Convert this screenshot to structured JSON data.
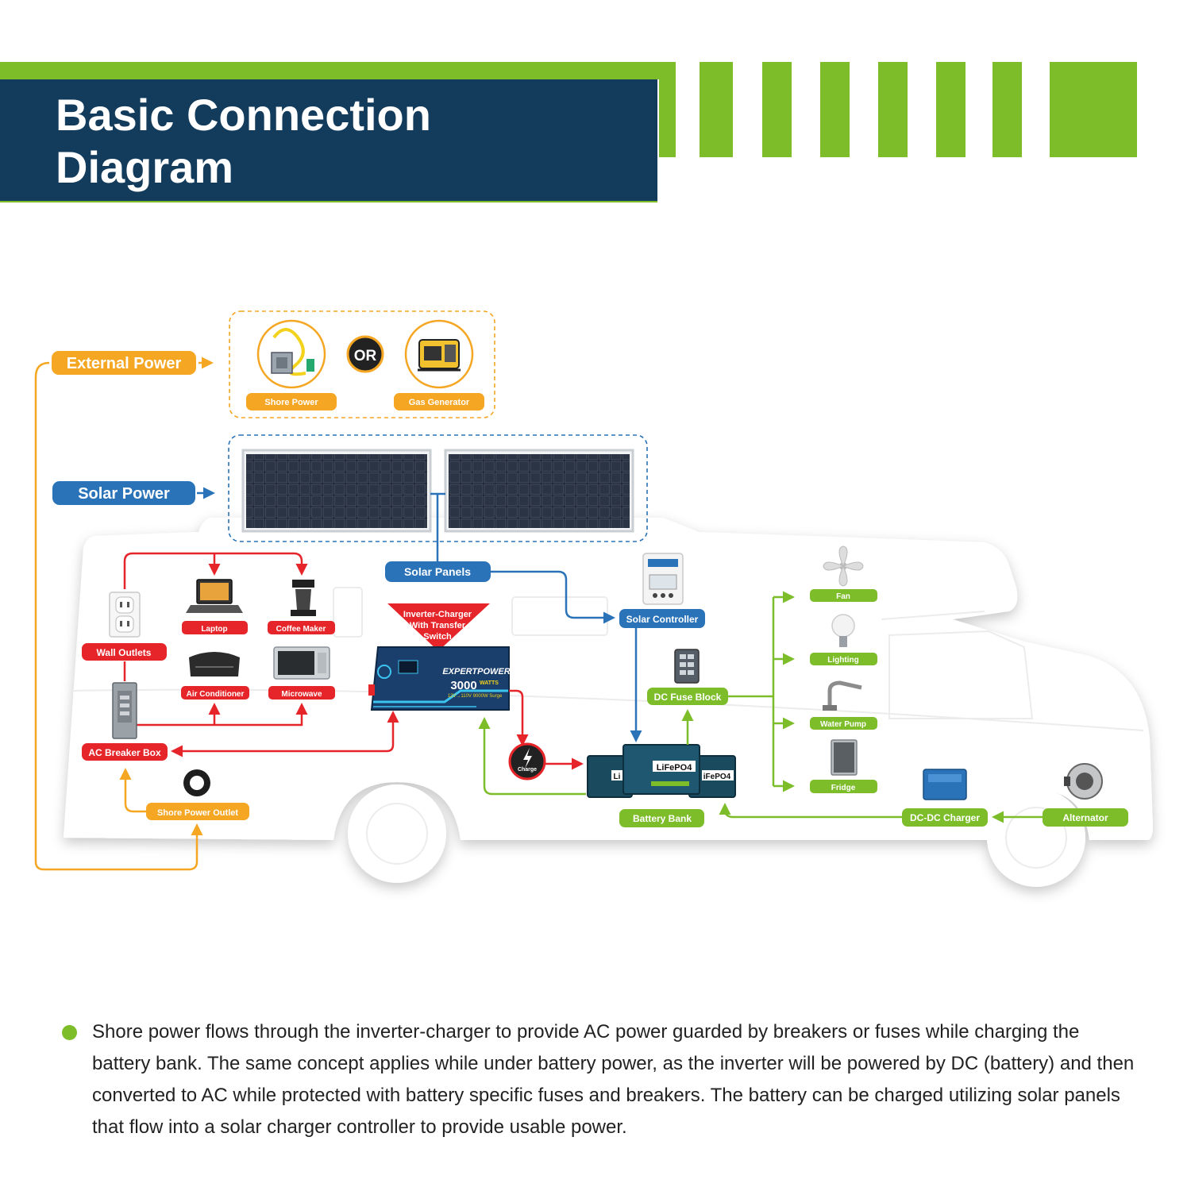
{
  "title": "Basic Connection Diagram",
  "colors": {
    "navy": "#133c5c",
    "green": "#7dbd2a",
    "orange": "#f5a623",
    "blue": "#2a73b8",
    "red": "#e52529",
    "dark": "#222222"
  },
  "categories": {
    "external_power": "External Power",
    "solar_power": "Solar Power"
  },
  "external": {
    "shore_power": "Shore Power",
    "or": "OR",
    "gas_generator": "Gas Generator"
  },
  "components": {
    "solar_panels": "Solar Panels",
    "solar_controller": "Solar Controller",
    "inverter_lines": [
      "Inverter-Charger",
      "With Transfer",
      "Switch"
    ],
    "charge": "Charge",
    "dc_fuse_block": "DC Fuse Block",
    "battery_bank": "Battery Bank",
    "dc_dc_charger": "DC-DC Charger",
    "alternator": "Alternator",
    "wall_outlets": "Wall Outlets",
    "ac_breaker_box": "AC Breaker Box",
    "shore_power_outlet": "Shore Power Outlet"
  },
  "ac_loads": {
    "laptop": "Laptop",
    "coffee_maker": "Coffee Maker",
    "air_conditioner": "Air Conditioner",
    "microwave": "Microwave"
  },
  "dc_loads": {
    "fan": "Fan",
    "lighting": "Lighting",
    "water_pump": "Water Pump",
    "fridge": "Fridge"
  },
  "inverter_device": {
    "brand": "EXPERTPOWER",
    "watts": "3000",
    "watts_unit": "WATTS",
    "spec": "12V→110V  9000W Surge"
  },
  "battery": {
    "chem": "LiFePO4",
    "chem_short": "Li",
    "chem_partial": "iFePO4"
  },
  "description": "Shore power flows through the inverter-charger to provide AC power guarded by breakers or fuses while charging the battery bank. The same concept applies while under battery power, as the inverter will be powered by DC (battery) and then converted to AC while protected with battery specific fuses and breakers. The battery can be charged utilizing solar panels that flow into a solar charger controller to provide usable power."
}
